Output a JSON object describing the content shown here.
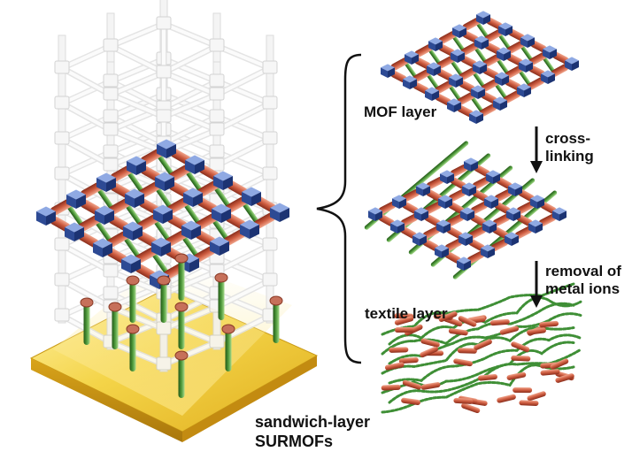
{
  "labels": {
    "mof_layer": "MOF layer",
    "cross_linking": [
      "cross-",
      "linking"
    ],
    "removal": [
      "removal of",
      "metal ions"
    ],
    "textile_layer": "textile layer",
    "sandwich": [
      "sandwich-layer",
      "SURMOFs"
    ]
  },
  "colors": {
    "node_blue": "#3a5aa8",
    "linker_red": "#c8583e",
    "pillar_green": "#3f8f36",
    "substrate_gold": "#e8c23a",
    "scaffold_white": "#f0f0f0"
  }
}
